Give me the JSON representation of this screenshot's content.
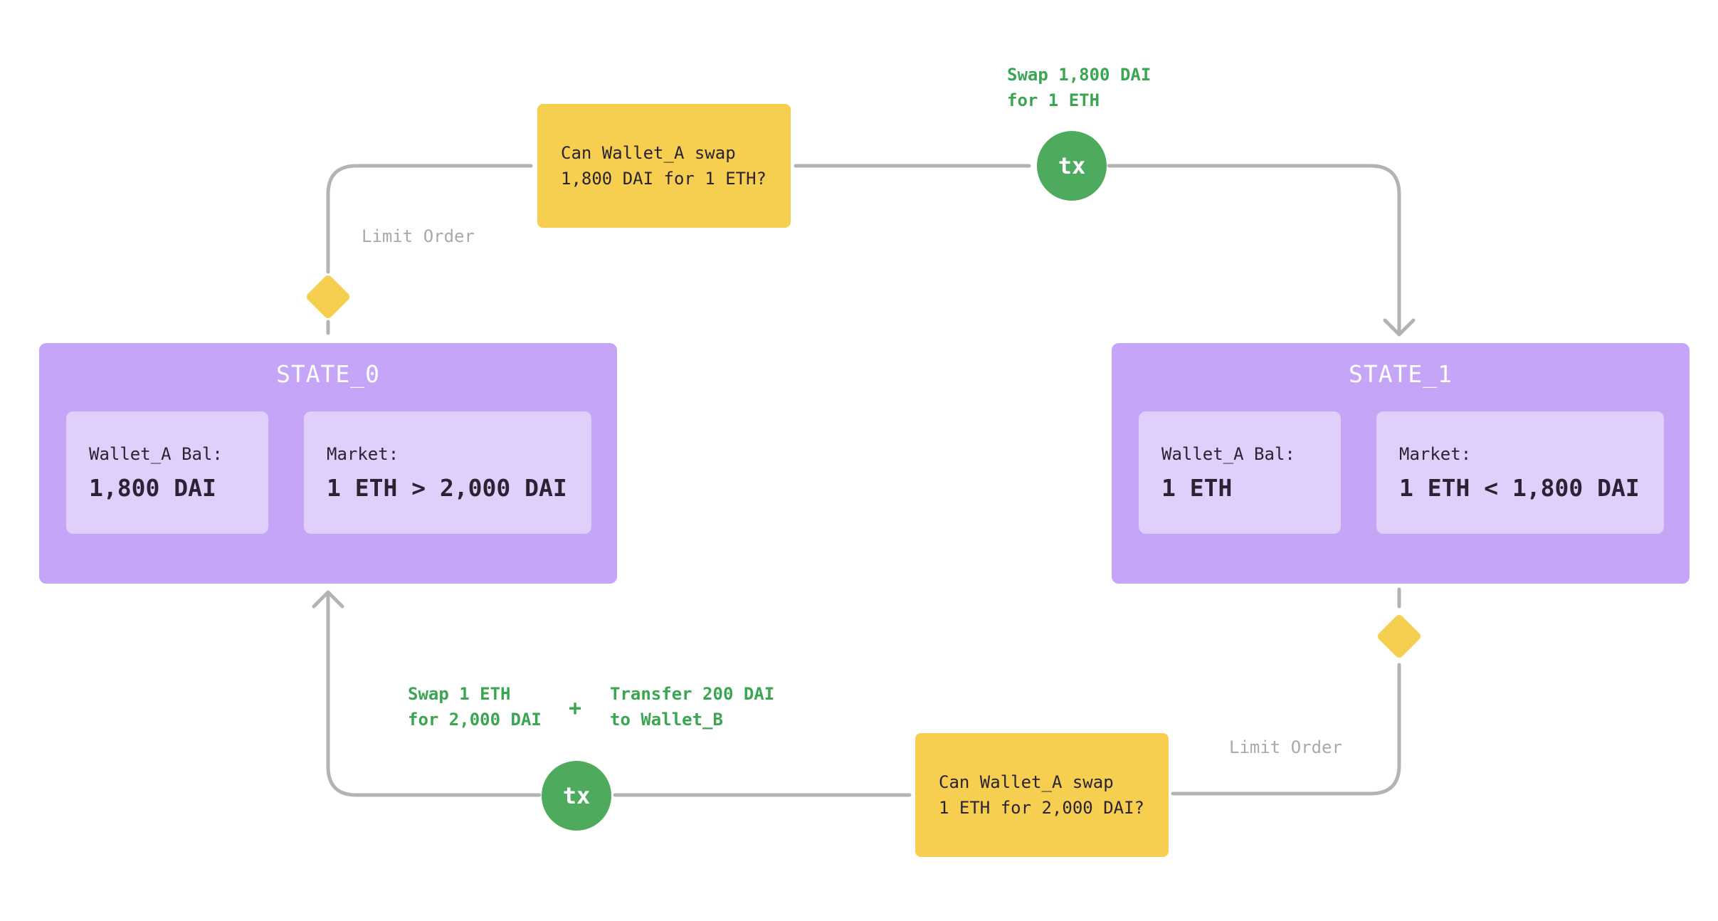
{
  "states": [
    {
      "title": "STATE_0",
      "wallet_label": "Wallet_A Bal:",
      "wallet_value": "1,800 DAI",
      "market_label": "Market:",
      "market_value": "1 ETH > 2,000 DAI"
    },
    {
      "title": "STATE_1",
      "wallet_label": "Wallet_A Bal:",
      "wallet_value": "1 ETH",
      "market_label": "Market:",
      "market_value": "1 ETH < 1,800 DAI"
    }
  ],
  "top_path": {
    "condition_label": "Limit Order",
    "question": [
      "Can Wallet_A swap",
      "1,800 DAI for 1 ETH?"
    ],
    "tx_label": "tx",
    "tx_note": [
      "Swap 1,800 DAI",
      "for 1 ETH"
    ]
  },
  "bottom_path": {
    "condition_label": "Limit Order",
    "question": [
      "Can Wallet_A swap",
      "1 ETH for 2,000 DAI?"
    ],
    "tx_label": "tx",
    "tx_note_left": [
      "Swap 1 ETH",
      "for 2,000 DAI"
    ],
    "tx_note_plus": "+",
    "tx_note_right": [
      "Transfer 200 DAI",
      "to Wallet_B"
    ]
  },
  "colors": {
    "state_fill": "#c4a5f8",
    "card_fill": "#e0cffb",
    "question_fill": "#f6cf50",
    "tx_fill": "#4eab5e",
    "tx_text": "#3aa652",
    "connector": "#b3b3b3"
  }
}
